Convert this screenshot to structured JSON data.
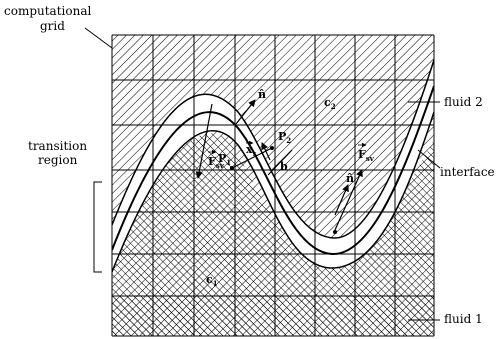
{
  "labels": {
    "computational_grid_line1": "computational",
    "computational_grid_line2": "grid",
    "fluid2": "fluid 2",
    "fluid1": "fluid 1",
    "transition_line1": "transition",
    "transition_line2": "region",
    "interface": "interface"
  },
  "symbols": {
    "n_hat_top": "n̂",
    "n_hat_right": "n̂",
    "c2": "c",
    "c2_sub": "2",
    "c1": "c",
    "c1_sub": "1",
    "P1": "P",
    "P1_sub": "1",
    "P2": "P",
    "P2_sub": "2",
    "xs": "x",
    "xs_sub": "s",
    "b": "b",
    "Fsv_left": "F",
    "Fsv_left_sub": "sv",
    "Fsv_right": "F",
    "Fsv_right_sub": "sv"
  },
  "colors": {
    "ink": "#000000",
    "paper": "#ffffff"
  }
}
